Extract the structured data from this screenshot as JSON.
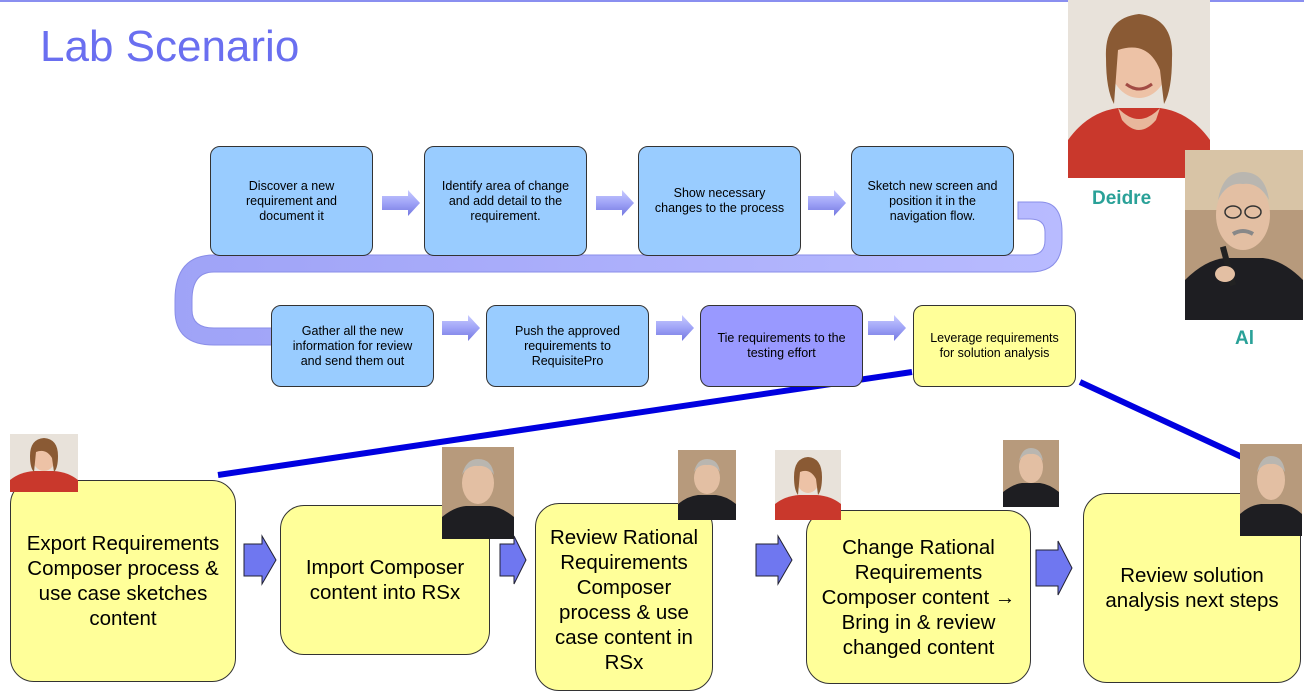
{
  "page": {
    "title": "Lab Scenario"
  },
  "people": [
    {
      "name": "Deidre"
    },
    {
      "name": "Al"
    }
  ],
  "steps_top": [
    {
      "label": "Discover a new requirement and document it"
    },
    {
      "label": "Identify area of change and add detail to the requirement."
    },
    {
      "label": "Show necessary changes to the process"
    },
    {
      "label": "Sketch new screen and position it in the navigation flow."
    }
  ],
  "steps_middle": [
    {
      "label": "Gather all the new information for review and send them out"
    },
    {
      "label": "Push the approved requirements to RequisitePro"
    },
    {
      "label": "Tie  requirements to the testing effort"
    },
    {
      "label": "Leverage requirements for solution analysis"
    }
  ],
  "details": [
    {
      "label": "Export Requirements Composer process & use case sketches content"
    },
    {
      "label": "Import Composer content into RSx"
    },
    {
      "label": "Review Rational Requirements Composer process & use case content in RSx"
    },
    {
      "label": "Change Rational Requirements Composer content → Bring in & review changed content"
    },
    {
      "label": "Review solution analysis next steps"
    }
  ],
  "colors": {
    "title": "#6a6ff0",
    "blue_box": "#99ccff",
    "purple_box": "#9999ff",
    "yellow_box": "#ffff99",
    "connector": "#0000e0",
    "name": "#2aa198"
  },
  "icons": [
    "right-arrow-icon",
    "u-turn-arrow-icon",
    "person-photo"
  ]
}
